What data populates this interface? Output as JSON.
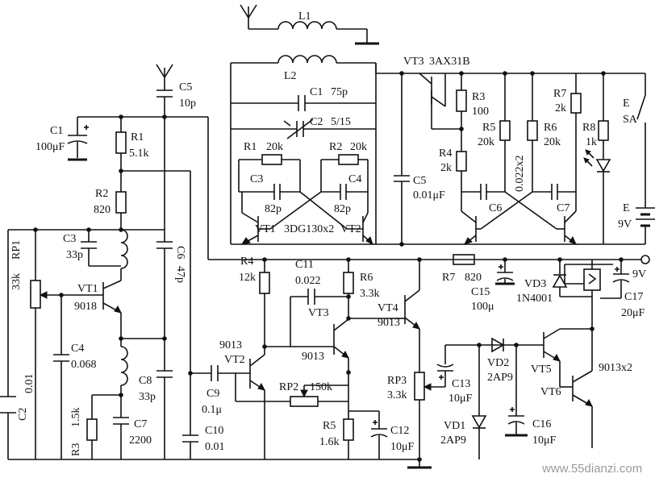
{
  "labels": {
    "L1": "L1",
    "L2": "L2",
    "VT3_top": "VT3",
    "VT3_type": "3AX31B",
    "C1": "C1",
    "C1v": "75p",
    "C2": "C2",
    "C2v": "5/15",
    "R1_top": "R1",
    "R1_top_v": "20k",
    "R2_top": "R2",
    "R2_top_v": "20k",
    "C3_top": "C3",
    "C3_top_v": "82p",
    "C4_top": "C4",
    "C4_top_v": "82p",
    "VT1_top": "VT1",
    "VT2_top": "VT2",
    "pair_type": "3DG130x2",
    "C5_top": "C5",
    "C5_top_v": "0.01μF",
    "R3_top": "R3",
    "R3_top_v": "100",
    "R4_top": "R4",
    "R4_top_v": "2k",
    "R5_top": "R5",
    "R5_top_v": "20k",
    "R6_top": "R6",
    "R6_top_v": "20k",
    "R7_top": "R7",
    "R7_top_v": "2k",
    "R8_top": "R8",
    "R8_top_v": "1k",
    "C6_top": "C6",
    "C7_top": "C7",
    "cap_pair_v": "0.022x2",
    "E_sw": "E",
    "SA": "SA",
    "E_bat": "E",
    "E_bat_v": "9V",
    "C5": "C5",
    "C5v": "10p",
    "C1v_left": "100μF",
    "R1": "R1",
    "R1v": "5.1k",
    "R2": "R2",
    "R2v": "820",
    "RP1": "RP1",
    "RP1v": "33k",
    "C3": "C3",
    "C3v": "33p",
    "C6": "C6",
    "C6v": "47p",
    "VT1": "VT1",
    "VT1v": "9018",
    "C4": "C4",
    "C4v": "0.068",
    "C2v_left": "0.01",
    "R3": "R3",
    "R3v": "1.5k",
    "C7": "C7",
    "C7v": "2200",
    "C8": "C8",
    "C8v": "33p",
    "C9": "C9",
    "C9v": "0.1μ",
    "C10": "C10",
    "C10v": "0.01",
    "VT2": "VT2",
    "VT2v": "9013",
    "R4": "R4",
    "R4v": "12k",
    "C11": "C11",
    "C11v": "0.022",
    "R6": "R6",
    "R6v": "3.3k",
    "VT3": "VT3",
    "VT3v": "9013",
    "VT4": "VT4",
    "VT4v": "9013",
    "RP2": "RP2",
    "RP2v": "150k",
    "R5": "R5",
    "R5v": "1.6k",
    "C12": "C12",
    "C12v": "10μF",
    "RP3": "RP3",
    "RP3v": "3.3k",
    "R7": "R7",
    "R7v": "820",
    "C15": "C15",
    "C15v": "100μ",
    "VD3": "VD3",
    "VD3v": "1N4001",
    "C17": "C17",
    "C17v": "20μF",
    "supply": "9V",
    "C13": "C13",
    "C13v": "10μF",
    "VD2": "VD2",
    "VD2v": "2AP9",
    "VT5": "VT5",
    "VT6": "VT6",
    "VT56v": "9013x2",
    "VD1": "VD1",
    "VD1v": "2AP9",
    "C16": "C16",
    "C16v": "10μF",
    "watermark": "www.55dianzi.com"
  }
}
